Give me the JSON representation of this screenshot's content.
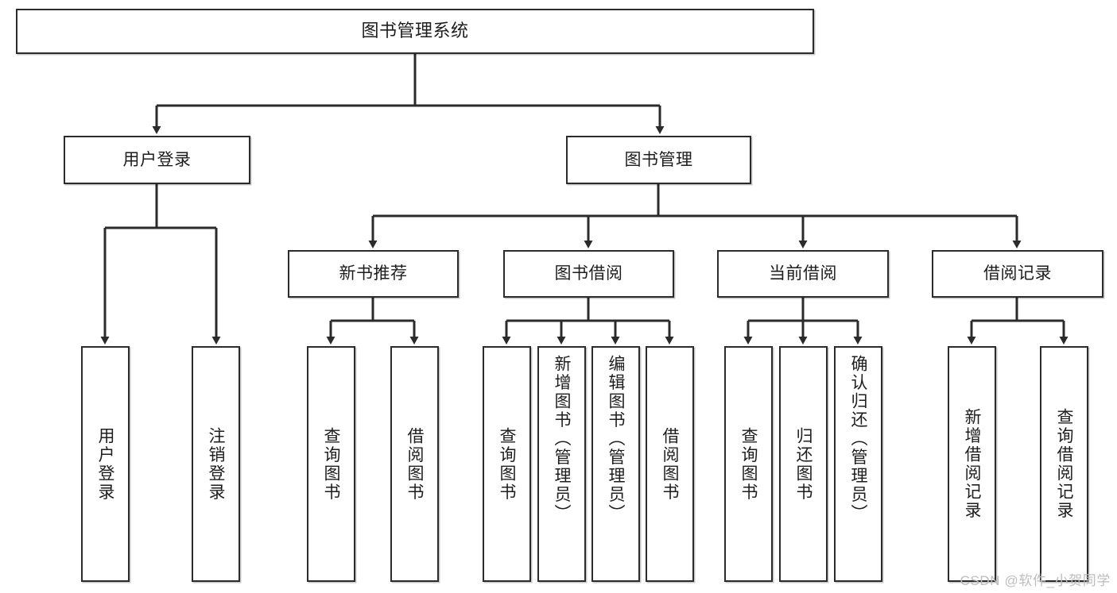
{
  "diagram": {
    "title": "图书管理系统",
    "type": "tree-hierarchy",
    "style": {
      "border_color": "#2b2b2b",
      "fill_color": "#ffffff",
      "text_color": "#1d1d1d",
      "edge_color": "#2b2b2b",
      "watermark_color": "#bdbdbd"
    },
    "nodes": {
      "root": {
        "label": "图书管理系统",
        "level": 1
      },
      "login": {
        "label": "用户登录",
        "level": 2
      },
      "bookmgmt": {
        "label": "图书管理",
        "level": 2
      },
      "newbook": {
        "label": "新书推荐",
        "level": 3
      },
      "borrow": {
        "label": "图书借阅",
        "level": 3
      },
      "current": {
        "label": "当前借阅",
        "level": 3
      },
      "record": {
        "label": "借阅记录",
        "level": 3
      },
      "leaf_login_1": {
        "label": "用户登录",
        "level": 4
      },
      "leaf_login_2": {
        "label": "注销登录",
        "level": 4
      },
      "leaf_new_1": {
        "label": "查询图书",
        "level": 4
      },
      "leaf_new_2": {
        "label": "借阅图书",
        "level": 4
      },
      "leaf_borrow_1": {
        "label": "查询图书",
        "level": 4
      },
      "leaf_borrow_2": {
        "label": "新增图书（管理员）",
        "level": 4
      },
      "leaf_borrow_3": {
        "label": "编辑图书（管理员）",
        "level": 4
      },
      "leaf_borrow_4": {
        "label": "借阅图书",
        "level": 4
      },
      "leaf_cur_1": {
        "label": "查询图书",
        "level": 4
      },
      "leaf_cur_2": {
        "label": "归还图书",
        "level": 4
      },
      "leaf_cur_3": {
        "label": "确认归还（管理员）",
        "level": 4
      },
      "leaf_rec_1": {
        "label": "新增借阅记录",
        "level": 4
      },
      "leaf_rec_2": {
        "label": "查询借阅记录",
        "level": 4
      }
    }
  },
  "watermark": {
    "text": "CSDN @软件_小贺同学"
  }
}
